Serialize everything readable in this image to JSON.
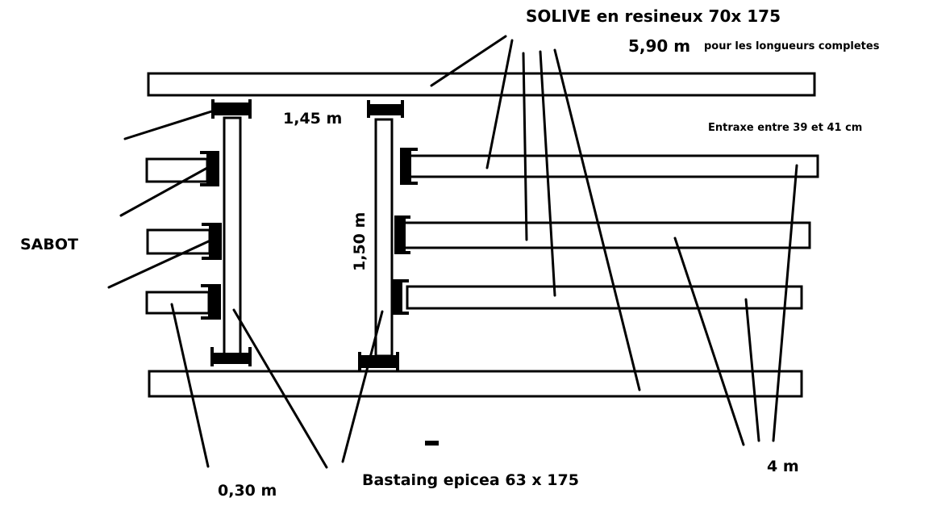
{
  "labels": {
    "solive": "SOLIVE en resineux 70x 175",
    "length_total": "5,90 m",
    "length_note": "pour les longueurs completes",
    "span_145": "1,45 m",
    "entraxe": "Entraxe entre 39 et 41 cm",
    "height_150": "1,50 m",
    "sabot": "SABOT",
    "short_030": "0,30 m",
    "bastaing": "Bastaing epicea 63 x 175",
    "length_4m": "4 m"
  },
  "colors": {
    "stroke": "#000000",
    "background": "#ffffff"
  }
}
